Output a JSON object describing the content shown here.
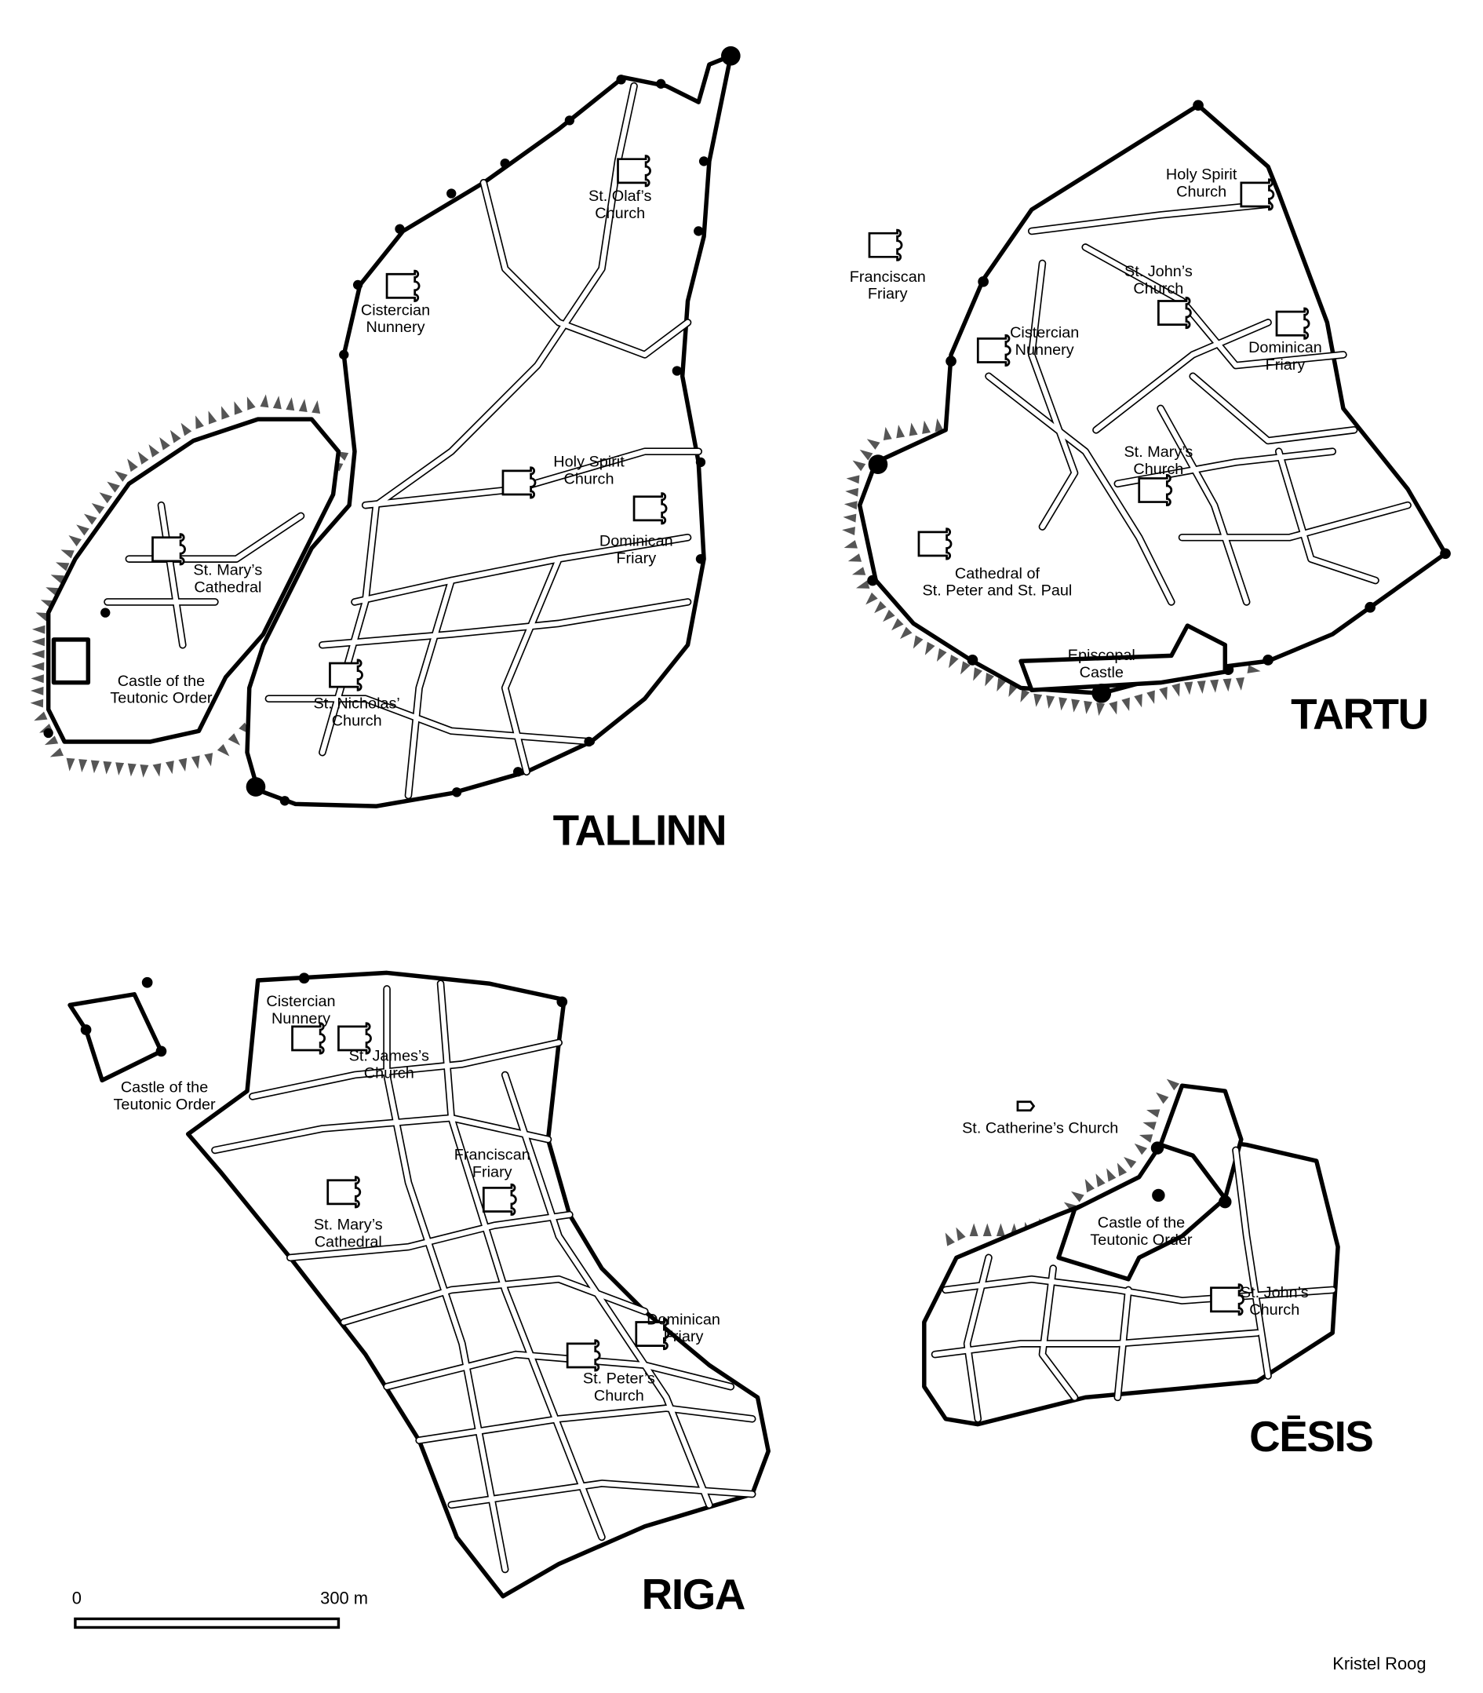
{
  "cities": {
    "tallinn": {
      "name": "TALLINN",
      "labels": {
        "st_olaf": [
          "St. Olaf’s",
          "Church"
        ],
        "cistercian": [
          "Cistercian",
          "Nunnery"
        ],
        "holy_spirit": [
          "Holy Spirit",
          "Church"
        ],
        "dominican": [
          "Dominican",
          "Friary"
        ],
        "st_mary": [
          "St. Mary’s",
          "Cathedral"
        ],
        "castle": [
          "Castle of the",
          "Teutonic Order"
        ],
        "st_nicholas": [
          "St. Nicholas’",
          "Church"
        ]
      }
    },
    "tartu": {
      "name": "TARTU",
      "labels": {
        "holy_spirit": [
          "Holy Spirit",
          "Church"
        ],
        "franciscan": [
          "Franciscan",
          "Friary"
        ],
        "st_john": [
          "St. John’s",
          "Church"
        ],
        "cistercian": [
          "Cistercian",
          "Nunnery"
        ],
        "dominican": [
          "Dominican",
          "Friary"
        ],
        "st_mary": [
          "St. Mary’s",
          "Church"
        ],
        "cathedral": [
          "Cathedral of",
          "St. Peter and St. Paul"
        ],
        "episcopal": [
          "Episcopal",
          "Castle"
        ]
      }
    },
    "riga": {
      "name": "RIGA",
      "labels": {
        "cistercian": [
          "Cistercian",
          "Nunnery"
        ],
        "st_james": [
          "St. James’s",
          "Church"
        ],
        "castle": [
          "Castle of the",
          "Teutonic Order"
        ],
        "franciscan": [
          "Franciscan",
          "Friary"
        ],
        "st_mary": [
          "St. Mary’s",
          "Cathedral"
        ],
        "dominican": [
          "Dominican",
          "Friary"
        ],
        "st_peter": [
          "St. Peter’s",
          "Church"
        ]
      }
    },
    "cesis": {
      "name": "CĒSIS",
      "labels": {
        "st_catherine": [
          "St. Catherine’s Church"
        ],
        "castle": [
          "Castle of the",
          "Teutonic Order"
        ],
        "st_john": [
          "St. John’s",
          "Church"
        ]
      }
    }
  },
  "scale_bar": {
    "start": "0",
    "end": "300 m"
  },
  "credit": "Kristel Roog"
}
